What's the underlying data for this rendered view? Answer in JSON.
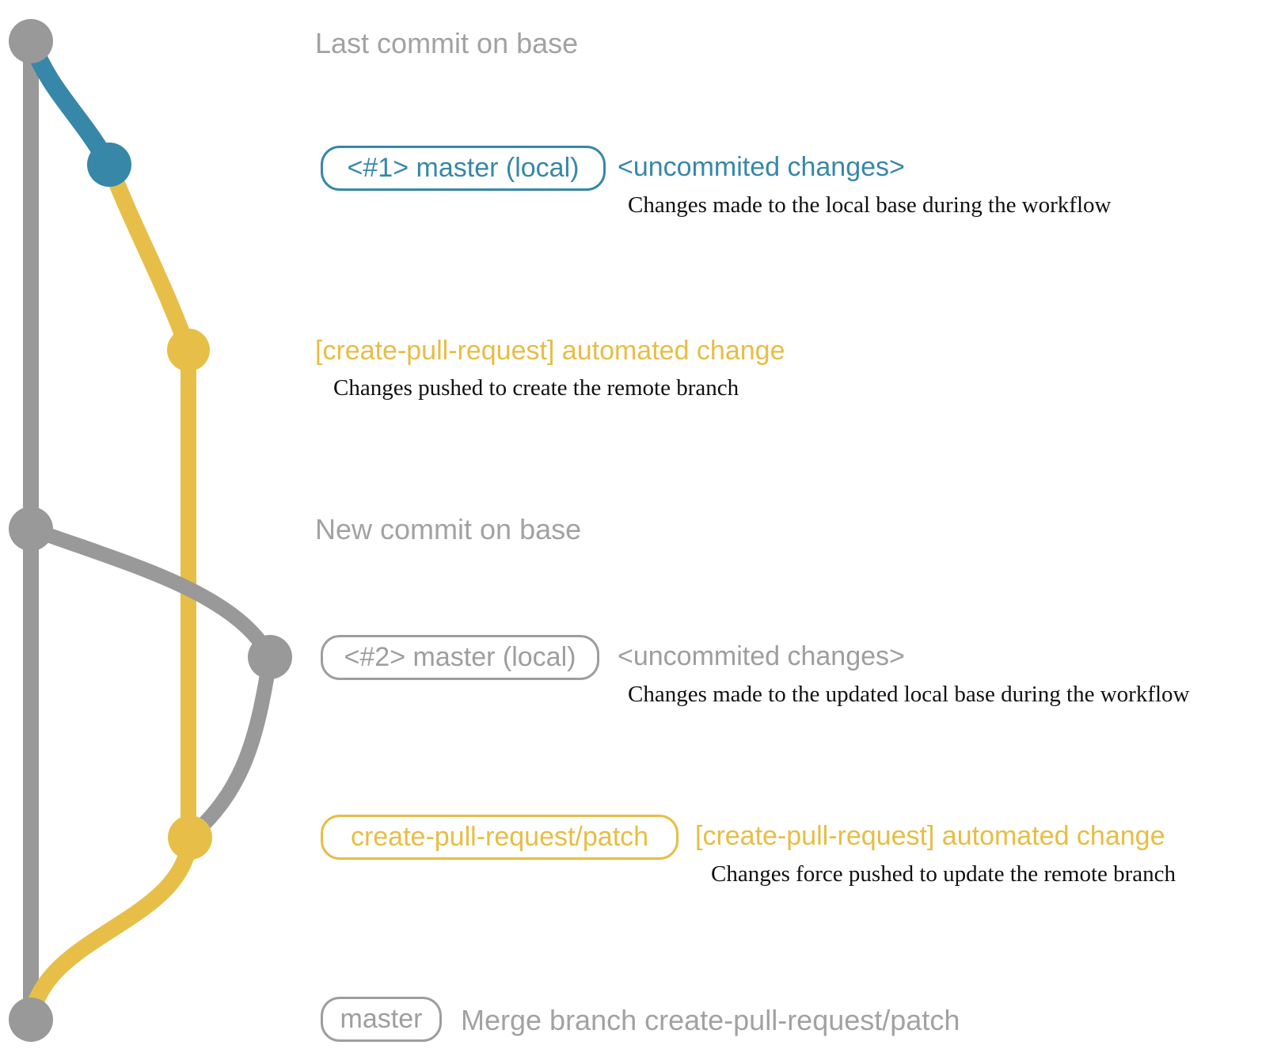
{
  "colors": {
    "gray": "#999999",
    "gray_text": "#a2a2a2",
    "blue": "#3787a9",
    "yellow": "#e7bf48",
    "serif_text": "#111111"
  },
  "graph": {
    "base_branch_color": "#999999",
    "local_change_color_1": "#3787a9",
    "remote_branch_color": "#e7bf48",
    "local_change_color_2": "#999999"
  },
  "rows": {
    "last_commit": {
      "label": "Last commit on base"
    },
    "row1": {
      "badge": "<#1> master (local)",
      "title": "<uncommited changes>",
      "desc": "Changes made to the local base during the workflow"
    },
    "row2": {
      "title": "[create-pull-request] automated change",
      "desc": "Changes pushed to create the remote branch"
    },
    "new_commit": {
      "label": "New commit on base"
    },
    "row3": {
      "badge": "<#2> master (local)",
      "title": "<uncommited changes>",
      "desc": "Changes made to the updated local base during the workflow"
    },
    "row4": {
      "badge": "create-pull-request/patch",
      "title": "[create-pull-request] automated change",
      "desc": "Changes force pushed to update the remote branch"
    },
    "merge": {
      "badge": "master",
      "label": "Merge branch create-pull-request/patch"
    }
  }
}
